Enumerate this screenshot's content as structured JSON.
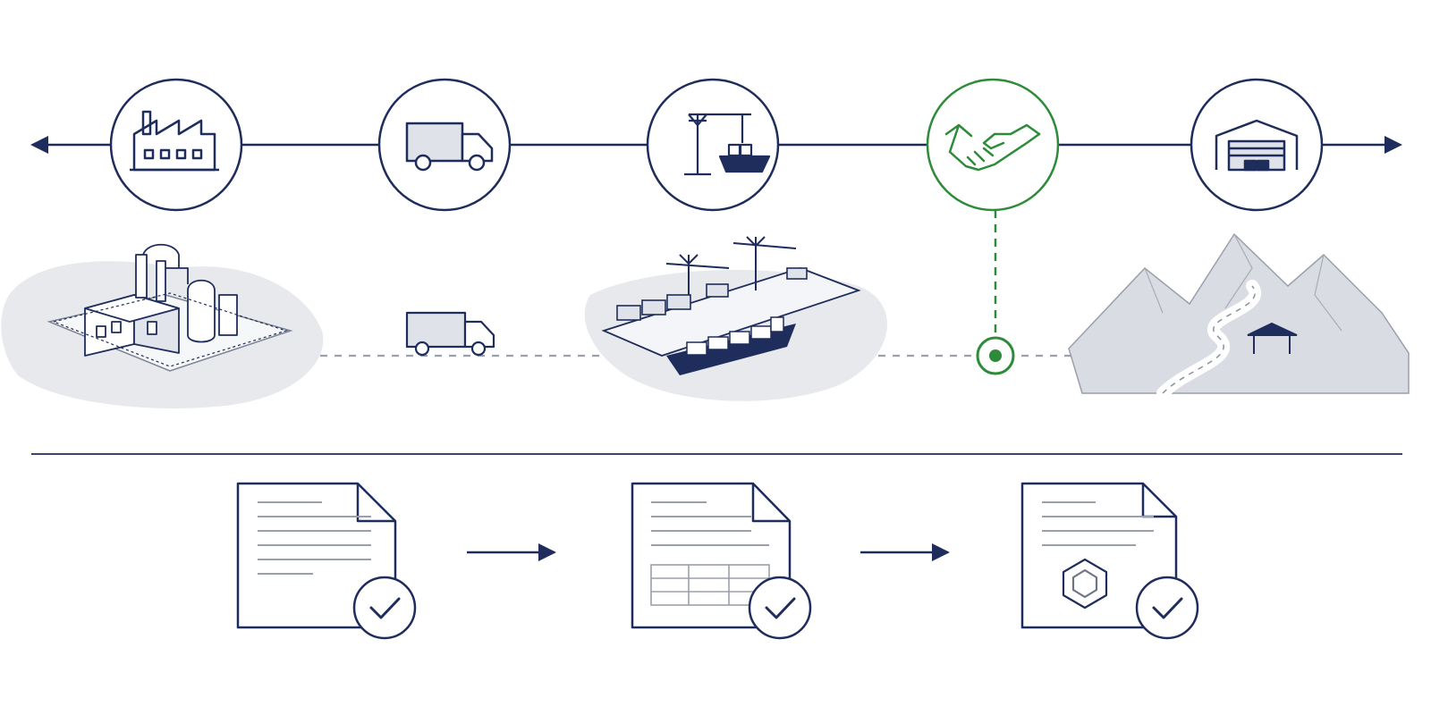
{
  "colors": {
    "primary": "#1f2d5c",
    "accent": "#2e8b3a",
    "muted": "#9aa0ab",
    "scene_fill": "#d9dce2"
  },
  "timeline": {
    "direction": "bidirectional",
    "stages": [
      {
        "icon": "factory-icon",
        "highlight": false
      },
      {
        "icon": "truck-icon",
        "highlight": false
      },
      {
        "icon": "port-crane-ship-icon",
        "highlight": false
      },
      {
        "icon": "handshake-icon",
        "highlight": true
      },
      {
        "icon": "warehouse-icon",
        "highlight": false
      }
    ]
  },
  "scene": {
    "items": [
      "factory-illustration",
      "truck-illustration",
      "port-illustration",
      "handover-point-marker",
      "mountain-depot-illustration"
    ]
  },
  "documents": {
    "items": [
      {
        "icon": "document-verified-icon",
        "variant": "text"
      },
      {
        "icon": "document-table-verified-icon",
        "variant": "table"
      },
      {
        "icon": "document-certificate-verified-icon",
        "variant": "seal"
      }
    ]
  }
}
